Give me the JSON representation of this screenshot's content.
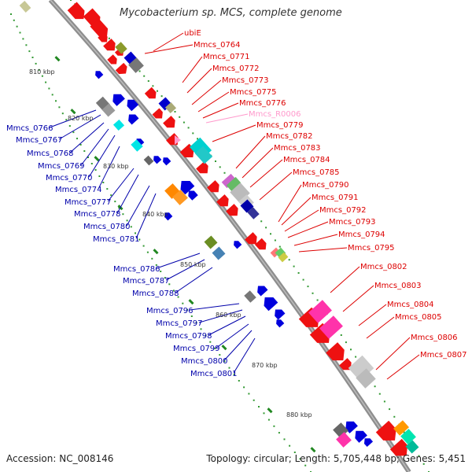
{
  "title": "Mycobacterium sp. MCS, complete genome",
  "footer": {
    "accession": "Accession: NC_008146",
    "topology": "Topology: circular; Length: 5,705,448 bp; Genes: 5,451"
  },
  "colors": {
    "backbone": "#8e8e8e",
    "right_label": "#dd0000",
    "left_label": "#0000aa",
    "rna_label": "#ff99cc",
    "tick_dot": "#339933",
    "tick_dash": "#228822"
  },
  "scale_ticks": [
    {
      "label": "810 kbp"
    },
    {
      "label": "820 kbp"
    },
    {
      "label": "830 kbp"
    },
    {
      "label": "840 kbp"
    },
    {
      "label": "850 kbp"
    },
    {
      "label": "860 kbp"
    },
    {
      "label": "870 kbp"
    },
    {
      "label": "880 kbp"
    }
  ],
  "right_labels": [
    {
      "text": "ubiE",
      "color": "#dd0000"
    },
    {
      "text": "Mmcs_0764",
      "color": "#dd0000"
    },
    {
      "text": "Mmcs_0771",
      "color": "#dd0000"
    },
    {
      "text": "Mmcs_0772",
      "color": "#dd0000"
    },
    {
      "text": "Mmcs_0773",
      "color": "#dd0000"
    },
    {
      "text": "Mmcs_0775",
      "color": "#dd0000"
    },
    {
      "text": "Mmcs_0776",
      "color": "#dd0000"
    },
    {
      "text": "Mmcs_R0006",
      "color": "#ff99cc"
    },
    {
      "text": "Mmcs_0779",
      "color": "#dd0000"
    },
    {
      "text": "Mmcs_0782",
      "color": "#dd0000"
    },
    {
      "text": "Mmcs_0783",
      "color": "#dd0000"
    },
    {
      "text": "Mmcs_0784",
      "color": "#dd0000"
    },
    {
      "text": "Mmcs_0785",
      "color": "#dd0000"
    },
    {
      "text": "Mmcs_0790",
      "color": "#dd0000"
    },
    {
      "text": "Mmcs_0791",
      "color": "#dd0000"
    },
    {
      "text": "Mmcs_0792",
      "color": "#dd0000"
    },
    {
      "text": "Mmcs_0793",
      "color": "#dd0000"
    },
    {
      "text": "Mmcs_0794",
      "color": "#dd0000"
    },
    {
      "text": "Mmcs_0795",
      "color": "#dd0000"
    },
    {
      "text": "Mmcs_0802",
      "color": "#dd0000"
    },
    {
      "text": "Mmcs_0803",
      "color": "#dd0000"
    },
    {
      "text": "Mmcs_0804",
      "color": "#dd0000"
    },
    {
      "text": "Mmcs_0805",
      "color": "#dd0000"
    },
    {
      "text": "Mmcs_0806",
      "color": "#dd0000"
    },
    {
      "text": "Mmcs_0807",
      "color": "#dd0000"
    }
  ],
  "left_labels": [
    {
      "text": "Mmcs_0766"
    },
    {
      "text": "Mmcs_0767"
    },
    {
      "text": "Mmcs_0768"
    },
    {
      "text": "Mmcs_0769"
    },
    {
      "text": "Mmcs_0770"
    },
    {
      "text": "Mmcs_0774"
    },
    {
      "text": "Mmcs_0777"
    },
    {
      "text": "Mmcs_0778"
    },
    {
      "text": "Mmcs_0780"
    },
    {
      "text": "Mmcs_0781"
    },
    {
      "text": "Mmcs_0786"
    },
    {
      "text": "Mmcs_0787"
    },
    {
      "text": "Mmcs_0788"
    },
    {
      "text": "Mmcs_0796"
    },
    {
      "text": "Mmcs_0797"
    },
    {
      "text": "Mmcs_0798"
    },
    {
      "text": "Mmcs_0799"
    },
    {
      "text": "Mmcs_0800"
    },
    {
      "text": "Mmcs_0801"
    }
  ]
}
